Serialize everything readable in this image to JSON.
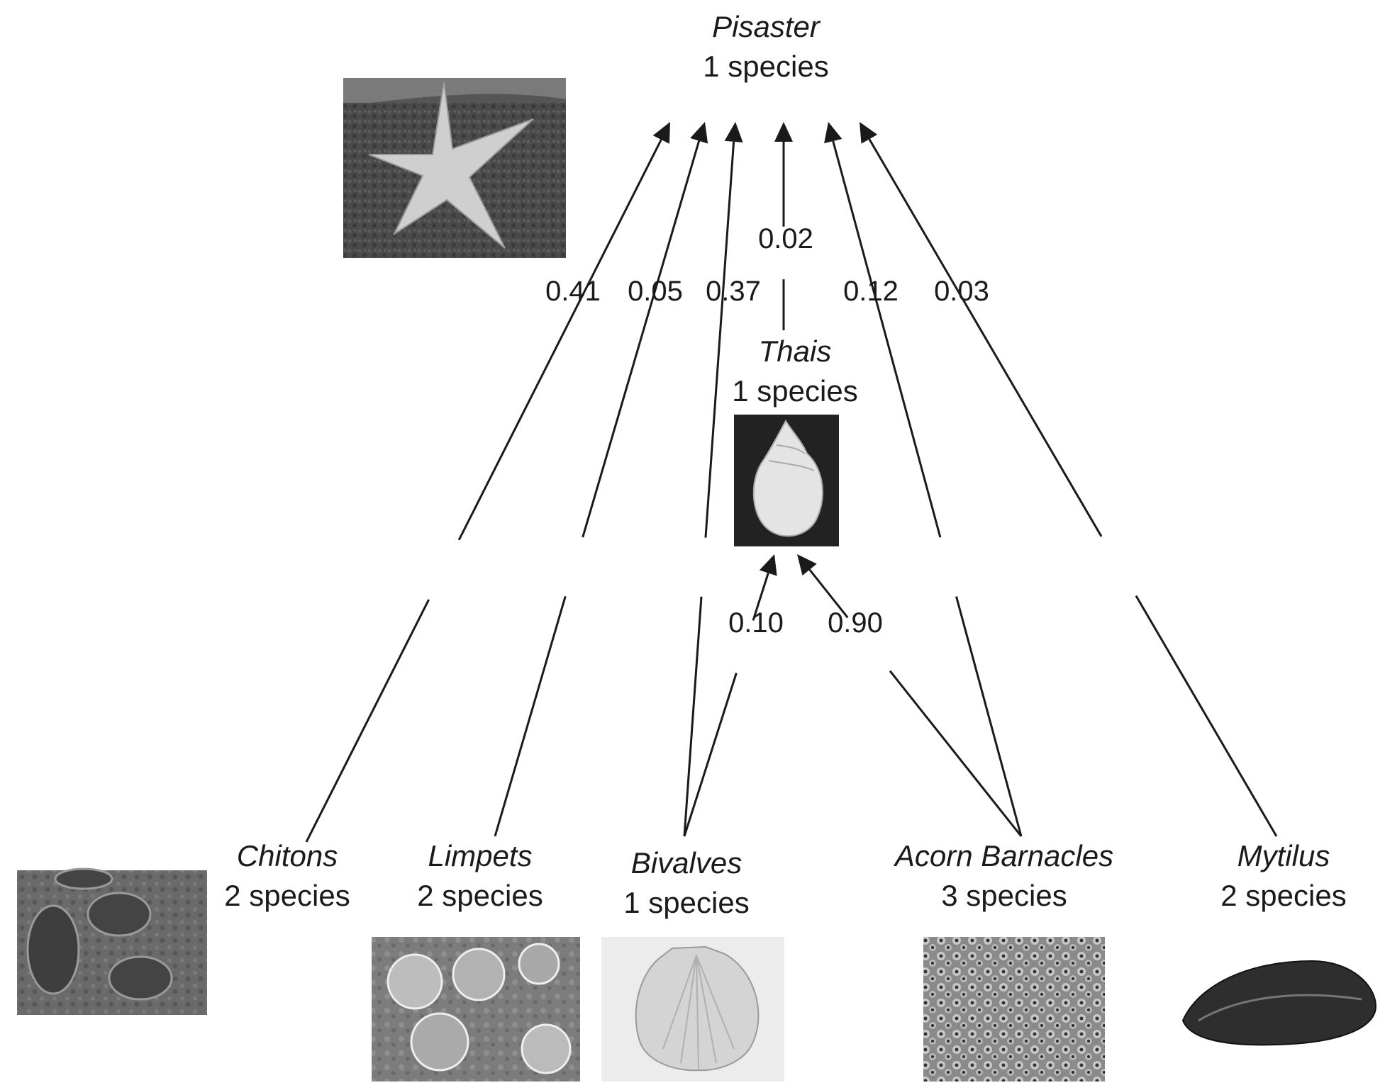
{
  "nodes": {
    "pisaster": {
      "name": "Pisaster",
      "count": "1 species",
      "photo_icon": "sea-star-photo"
    },
    "thais": {
      "name": "Thais",
      "count": "1 species",
      "photo_icon": "whelk-shell-photo"
    },
    "chitons": {
      "name": "Chitons",
      "count": "2 species",
      "photo_icon": "chitons-photo"
    },
    "limpets": {
      "name": "Limpets",
      "count": "2 species",
      "photo_icon": "limpets-photo"
    },
    "bivalves": {
      "name": "Bivalves",
      "count": "1 species",
      "photo_icon": "scallop-shell-photo"
    },
    "barnacles": {
      "name": "Acorn Barnacles",
      "count": "3 species",
      "photo_icon": "barnacles-photo"
    },
    "mytilus": {
      "name": "Mytilus",
      "count": "2 species",
      "photo_icon": "mussel-shell-photo"
    }
  },
  "edges": [
    {
      "from": "Chitons",
      "to": "Pisaster",
      "weight": "0.41"
    },
    {
      "from": "Limpets",
      "to": "Pisaster",
      "weight": "0.05"
    },
    {
      "from": "Bivalves",
      "to": "Pisaster",
      "weight": "0.37"
    },
    {
      "from": "Thais",
      "to": "Pisaster",
      "weight": "0.02"
    },
    {
      "from": "Acorn Barnacles",
      "to": "Pisaster",
      "weight": "0.12"
    },
    {
      "from": "Mytilus",
      "to": "Pisaster",
      "weight": "0.03"
    },
    {
      "from": "Bivalves",
      "to": "Thais",
      "weight": "0.10"
    },
    {
      "from": "Acorn Barnacles",
      "to": "Thais",
      "weight": "0.90"
    }
  ],
  "colors": {
    "ink": "#1a1a1a",
    "thais_photo_bg": "#222222"
  }
}
